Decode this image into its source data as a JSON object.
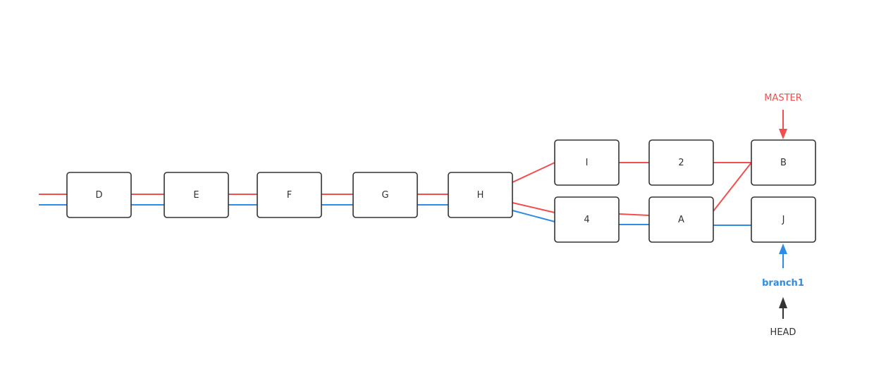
{
  "colors": {
    "master": "#f24e4e",
    "branch": "#2d8ce6",
    "head": "#333333",
    "node_stroke": "#333333",
    "node_fill": "#ffffff"
  },
  "nodes": {
    "D": {
      "label": "D"
    },
    "E": {
      "label": "E"
    },
    "F": {
      "label": "F"
    },
    "G": {
      "label": "G"
    },
    "H": {
      "label": "H"
    },
    "I": {
      "label": "I"
    },
    "N2": {
      "label": "2"
    },
    "B": {
      "label": "B"
    },
    "N4": {
      "label": "4"
    },
    "A": {
      "label": "A"
    },
    "J": {
      "label": "J"
    }
  },
  "refs": {
    "master": {
      "label": "MASTER",
      "points_to": "B"
    },
    "branch1": {
      "label": "branch1",
      "points_to": "J"
    },
    "head": {
      "label": "HEAD",
      "points_to": "branch1"
    }
  },
  "edges": {
    "master_path": [
      "D",
      "E",
      "F",
      "G",
      "H",
      "I",
      "N2",
      "B"
    ],
    "master_merge_path": [
      "H",
      "N4",
      "A",
      "B"
    ],
    "branch_path": [
      "D",
      "E",
      "F",
      "G",
      "H",
      "N4",
      "A",
      "J"
    ]
  }
}
